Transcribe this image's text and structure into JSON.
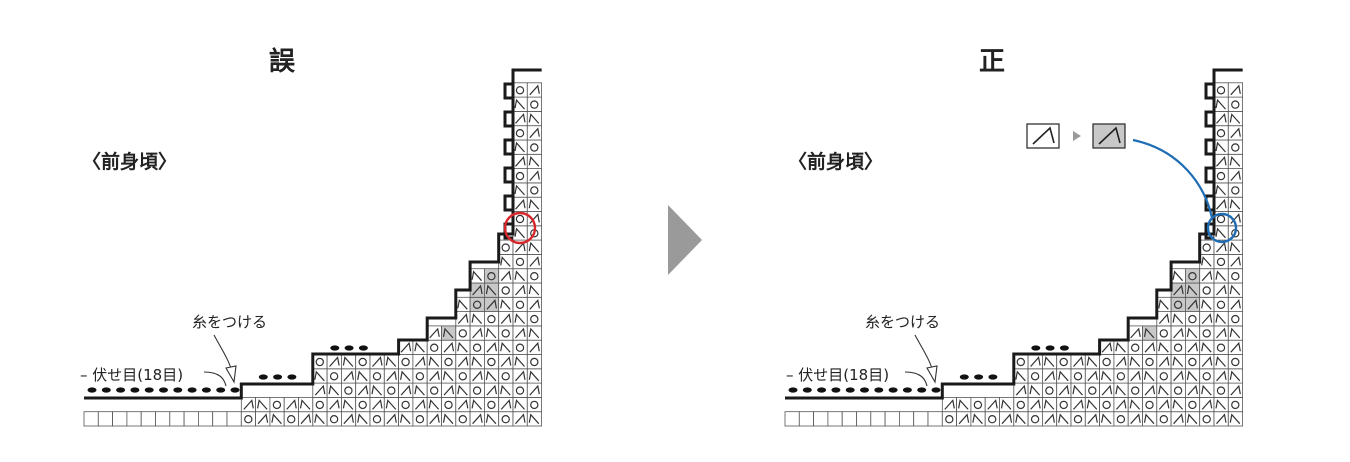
{
  "left_panel": {
    "title": "誤",
    "section_label": "〈前身頃〉",
    "yarn_label": "糸をつける",
    "bindoff_label": "– 伏せ目(18目)"
  },
  "right_panel": {
    "title": "正",
    "section_label": "〈前身頃〉",
    "yarn_label": "糸をつける",
    "bindoff_label": "– 伏せ目(18目)"
  },
  "colors": {
    "line": "#1a1a1a",
    "grid": "#555555",
    "shaded_cell": "#c8c8c8",
    "error_circle": "#d9262a",
    "correct_circle": "#1f6db5",
    "arrow": "#9a9a9a"
  }
}
